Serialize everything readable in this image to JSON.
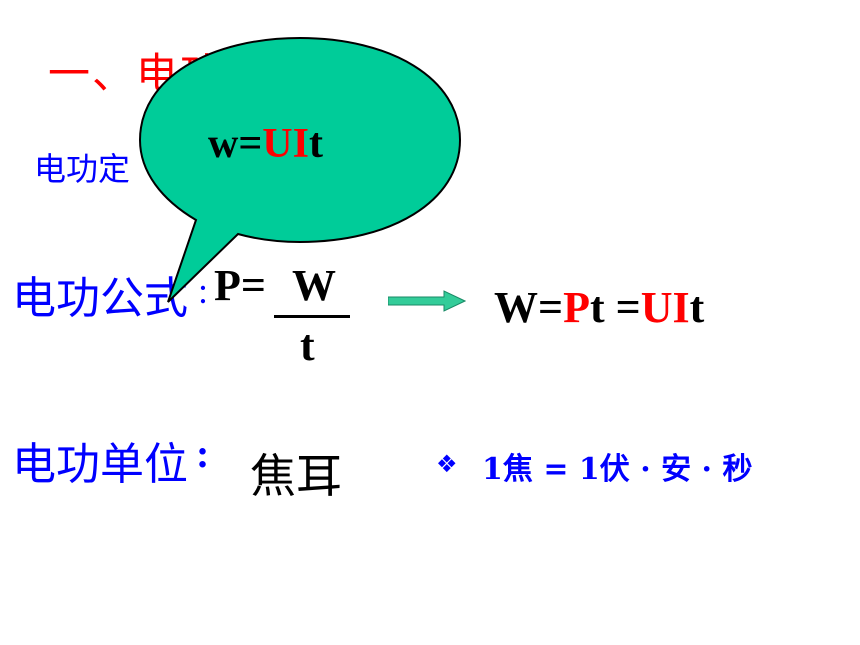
{
  "slide": {
    "title": "一、电功",
    "definition": "电功定",
    "formula_label": "电功公式",
    "formula_colon": ":",
    "p_eq": "P=",
    "numerator": "W",
    "denominator": "t",
    "result": {
      "part1": "W=",
      "part2": "P",
      "part3": "t =",
      "part4": "UI",
      "part5": "t"
    },
    "unit_label": "电功单位",
    "unit_colon": ":",
    "unit_value": "焦耳",
    "bullet_icon": "diamond-bullet-icon",
    "conversion": "1焦 = 1伏 · 安 · 秒"
  },
  "callout": {
    "part1": "w=",
    "part2": "UI",
    "part3": "t"
  },
  "colors": {
    "title": "#ff0000",
    "label_blue": "#0000ff",
    "highlight_red": "#ff0000",
    "bubble_fill": "#00cc99",
    "arrow_fill": "#33cc99"
  }
}
